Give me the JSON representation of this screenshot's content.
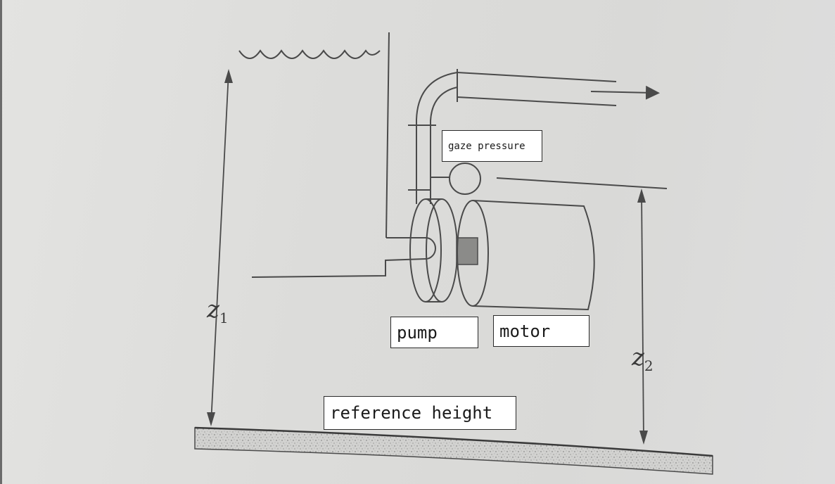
{
  "labels": {
    "gauge_pressure": "gaze pressure",
    "pump": "pump",
    "motor": "motor",
    "reference_height": "reference  height"
  },
  "heights": {
    "z1": {
      "letter": "z",
      "subscript": "1"
    },
    "z2": {
      "letter": "z",
      "subscript": "2"
    }
  },
  "colors": {
    "line": "#4a4a4a",
    "ground": "#cfcfcd"
  }
}
